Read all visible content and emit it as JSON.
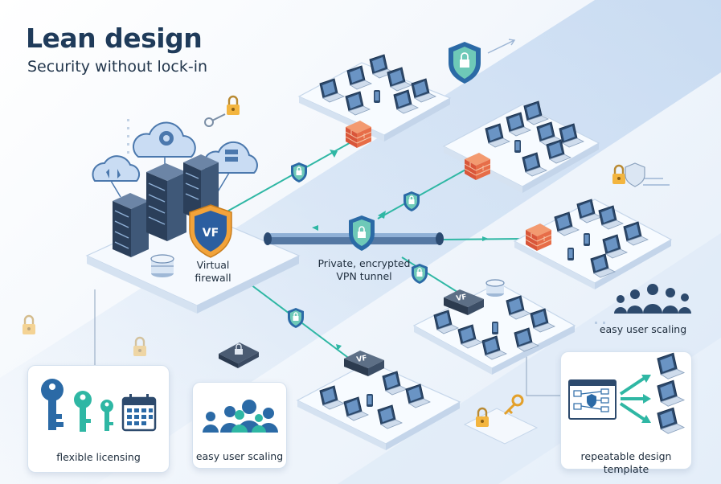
{
  "title": "Lean design",
  "subtitle": "Security without lock-in",
  "labels": {
    "virtual_firewall": "Virtual\nfirewall",
    "vpn_tunnel": "Private, encrypted\nVPN tunnel",
    "easy_user_scaling_right": "easy user scaling",
    "flexible_licensing": "flexible licensing",
    "easy_user_scaling_bottom": "easy user scaling",
    "repeatable_design_template": "repeatable design template"
  },
  "badges": {
    "vf": "VF"
  },
  "colors": {
    "navy": "#1f3b5a",
    "teal": "#2fb7a4",
    "shield_orange": "#f2a33a",
    "firewall_red": "#e0643c",
    "platform": "#f7fbff"
  }
}
